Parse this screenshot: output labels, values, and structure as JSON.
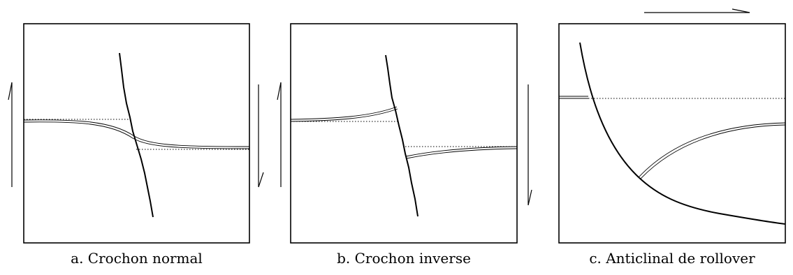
{
  "panels": [
    {
      "id": "a",
      "caption": "a. Crochon normal"
    },
    {
      "id": "b",
      "caption": "b. Crochon inverse"
    },
    {
      "id": "c",
      "caption": "c. Anticlinal de rollover"
    }
  ],
  "colors": {
    "line": "#000000",
    "background": "#ffffff"
  }
}
